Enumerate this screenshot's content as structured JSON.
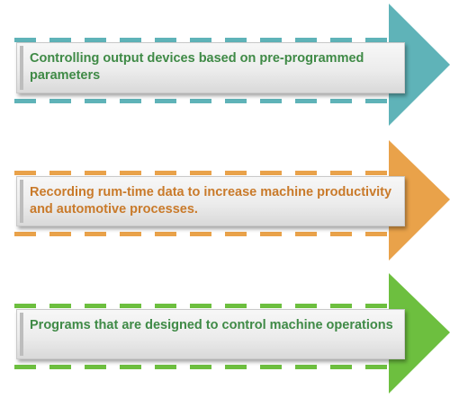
{
  "diagram": {
    "items": [
      {
        "text": "Controlling output devices based on pre-programmed parameters",
        "color": "#5fb3b8",
        "text_color": "#3f8a46"
      },
      {
        "text": "Recording rum-time data to increase machine productivity and automotive processes.",
        "color": "#e9a24a",
        "text_color": "#c97a2a"
      },
      {
        "text": "Programs that are designed to control machine operations",
        "color": "#6dbf3f",
        "text_color": "#3f8a46"
      }
    ]
  }
}
